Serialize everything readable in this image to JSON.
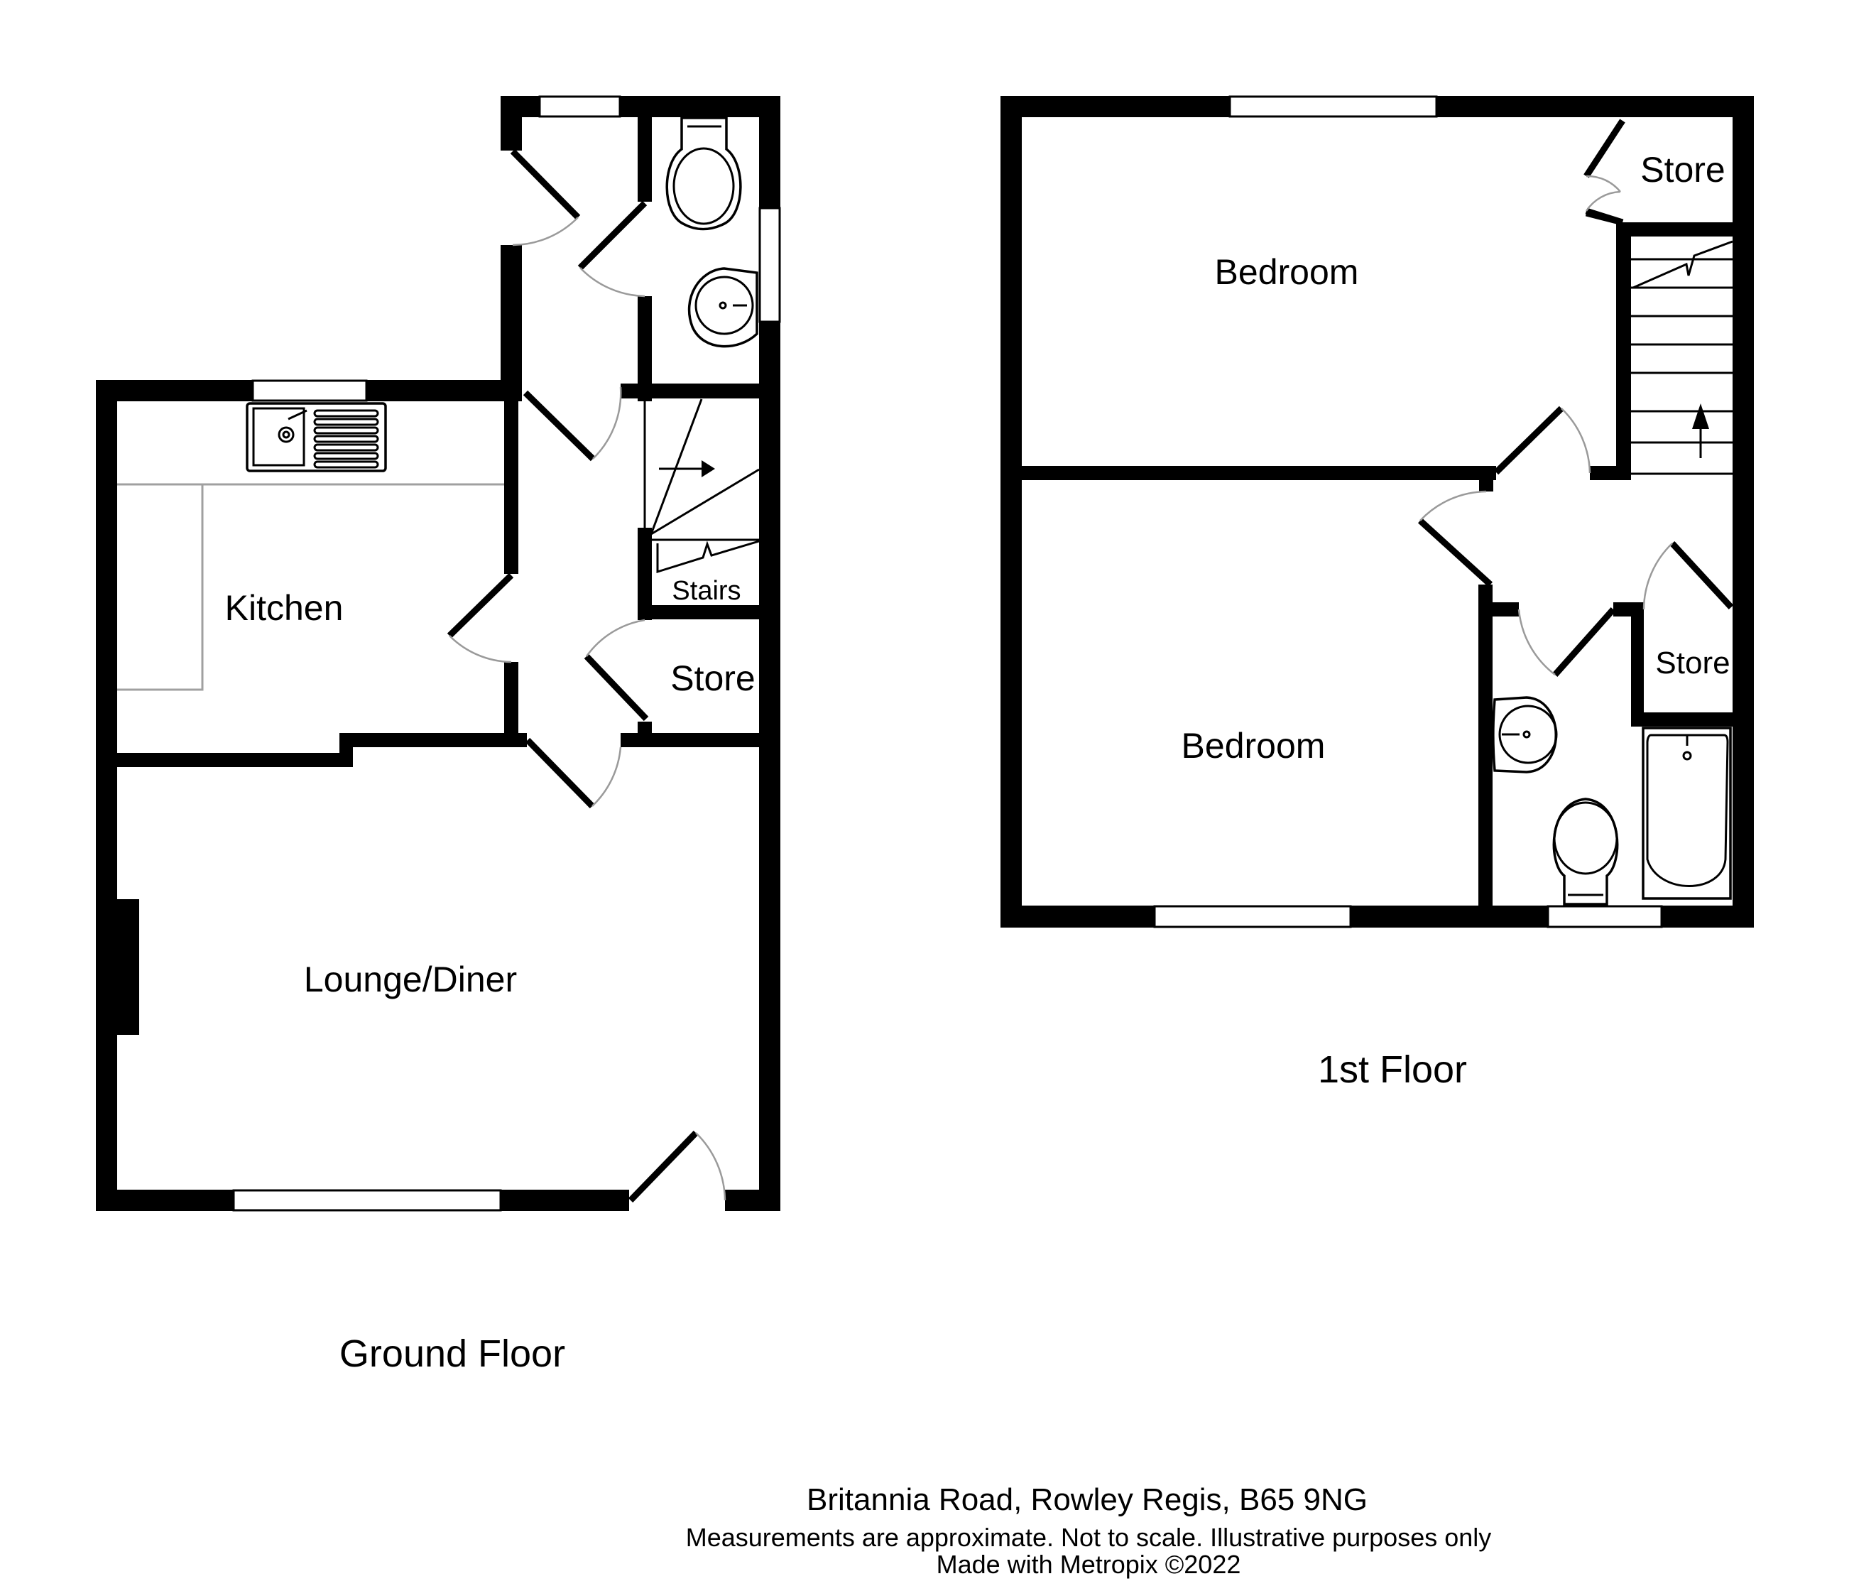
{
  "ground_floor": {
    "title": "Ground Floor",
    "rooms": {
      "kitchen": "Kitchen",
      "lounge_diner": "Lounge/Diner",
      "stairs": "Stairs",
      "store": "Store"
    }
  },
  "first_floor": {
    "title": "1st Floor",
    "rooms": {
      "bedroom_1": "Bedroom",
      "bedroom_2": "Bedroom",
      "store_upper": "Store",
      "store_lower": "Store"
    }
  },
  "footer": {
    "address": "Britannia Road, Rowley Regis, B65 9NG",
    "disclaimer": "Measurements are approximate.  Not to scale.  Illustrative purposes only",
    "credit": "Made with Metropix ©2022"
  },
  "colors": {
    "wall": "#000000",
    "background": "#ffffff",
    "door_swing": "#9a9a9a",
    "counter": "#a0a0a0"
  }
}
